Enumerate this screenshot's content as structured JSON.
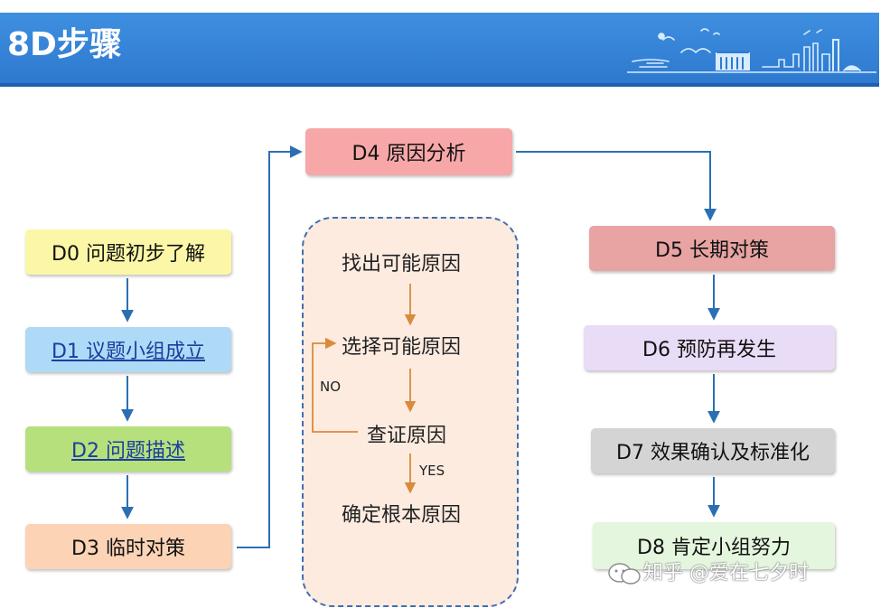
{
  "header": {
    "title": "8D步骤"
  },
  "flow": {
    "d0": "D0 问题初步了解",
    "d1": "D1 议题小组成立",
    "d2": "D2 问题描述",
    "d3": "D3 临时对策",
    "d4": "D4 原因分析",
    "d5": "D5 长期对策",
    "d6": "D6 预防再发生",
    "d7": "D7 效果确认及标准化",
    "d8": "D8 肯定小组努力"
  },
  "analysis": {
    "s1": "找出可能原因",
    "s2": "选择可能原因",
    "s3": "查证原因",
    "s4": "确定根本原因",
    "no_label": "NO",
    "yes_label": "YES"
  },
  "watermark": {
    "text": "知乎 @爱在七夕时"
  },
  "colors": {
    "header_blue": "#2d79cf",
    "d0": "#fbf7a6",
    "d1": "#aedaf7",
    "d2": "#b6e07c",
    "d3": "#fcd3b4",
    "d4": "#f7a7a7",
    "d5": "#e8a3a3",
    "d6": "#e9dcf6",
    "d7": "#d4d4d4",
    "d8": "#e4f6dd",
    "analysis_bg": "#fdebe0",
    "connector": "#2b6fb3",
    "inner_arrow": "#d98a3a"
  }
}
